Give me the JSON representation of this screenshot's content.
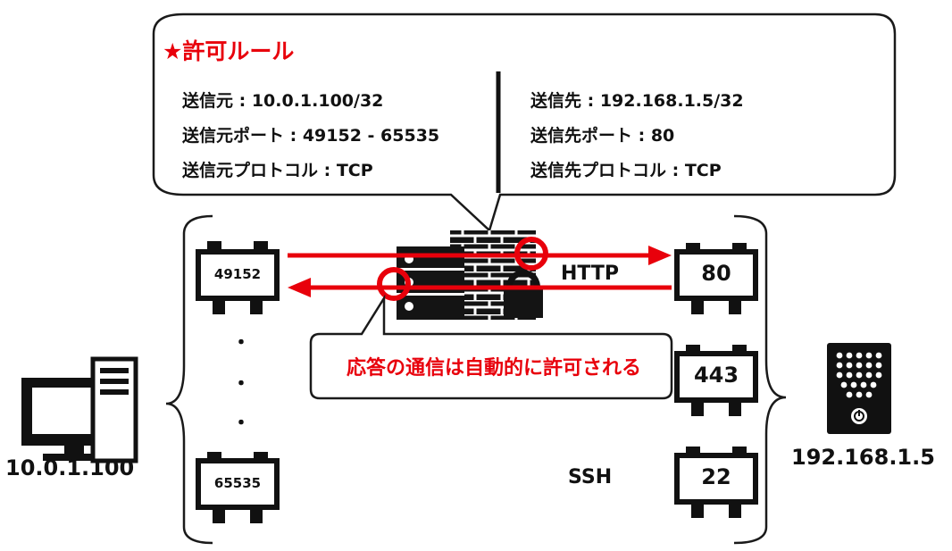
{
  "rule": {
    "title": "★許可ルール",
    "source": "送信元 : 10.0.1.100/32",
    "source_port": "送信元ポート : 49152 - 65535",
    "source_protocol": "送信元プロトコル : TCP",
    "destination": "送信先 : 192.168.1.5/32",
    "destination_port": "送信先ポート : 80",
    "destination_protocol": "送信先プロトコル : TCP"
  },
  "client": {
    "ip": "10.0.1.100",
    "icon": "desktop-computer-icon"
  },
  "server": {
    "ip": "192.168.1.5",
    "icon": "server-tower-icon"
  },
  "client_ports": {
    "first": "49152",
    "last": "65535",
    "ellipsis": [
      "・",
      "・",
      "・"
    ]
  },
  "server_ports": [
    {
      "port": "80",
      "protocol": "HTTP"
    },
    {
      "port": "443",
      "protocol": ""
    },
    {
      "port": "22",
      "protocol": "SSH"
    }
  ],
  "firewall": {
    "icon": "firewall-icon"
  },
  "response_note": "応答の通信は自動的に許可される",
  "colors": {
    "accent": "#e8000b",
    "ink": "#111111",
    "outline": "#1a1a1a"
  }
}
